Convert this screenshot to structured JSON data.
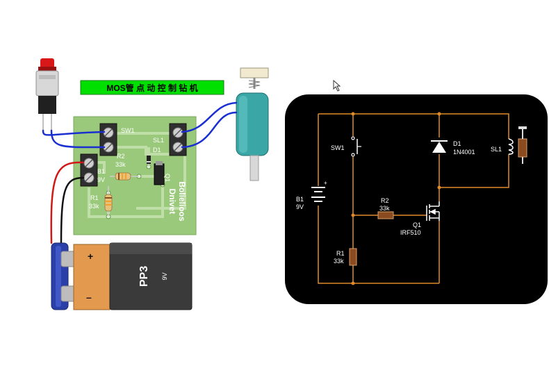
{
  "title_banner": "MOS管 点 动 控 制 钻 机",
  "colors": {
    "banner_bg": "#00e000",
    "pcb_green": "#9ac97c",
    "trace": "#c0dfa8",
    "schematic_bg": "#000000",
    "wire_orange": "#e08a28",
    "battery_orange": "#e39a4e",
    "battery_dark": "#3a3a3a",
    "battery_cap": "#2a3fa8",
    "solenoid_teal": "#3aa6a6"
  },
  "battery": {
    "positive": "+",
    "negative": "–",
    "model": "PP3",
    "voltage": "9V"
  },
  "pcb": {
    "labels": {
      "sw1": "SW1",
      "sl1": "SL1",
      "d1": "D1",
      "r2": "R2",
      "r2_val": "33k",
      "b1": "B1",
      "b1_val": "9V",
      "r1": "R1",
      "r1_val": "33k",
      "q1": "Q1",
      "brand_line1": "Bolielioos",
      "brand_line2": "Dnivet"
    }
  },
  "schematic": {
    "sw1": "SW1",
    "d1": "D1",
    "d1_part": "1N4001",
    "sl1": "SL1",
    "b1": "B1",
    "b1_val": "9V",
    "b1_plus": "+",
    "r2": "R2",
    "r2_val": "33k",
    "q1": "Q1",
    "q1_part": "IRF510",
    "r1": "R1",
    "r1_val": "33k"
  }
}
